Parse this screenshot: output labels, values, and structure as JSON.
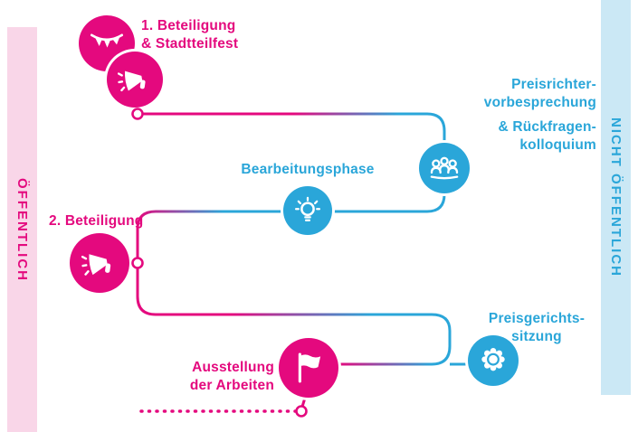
{
  "colors": {
    "pink": "#e4097e",
    "blue": "#2aa6d9",
    "pink-light": "#f9d6e8",
    "blue-light": "#cbe8f5"
  },
  "sidebars": {
    "left_label": "ÖFFENTLICH",
    "right_label": "NICHT ÖFFENTLICH"
  },
  "steps": {
    "participation1": {
      "line1": "1. Beteiligung",
      "line2": "& Stadtteilfest"
    },
    "jury_briefing": {
      "line1": "Preisrichter-",
      "line2": "vorbesprechung",
      "line3": "& Rückfragen-",
      "line4": "kolloquium"
    },
    "working_phase": {
      "label": "Bearbeitungsphase"
    },
    "participation2": {
      "label": "2. Beteiligung"
    },
    "jury_session": {
      "line1": "Preisgerichts-",
      "line2": "sitzung"
    },
    "exhibition": {
      "line1": "Ausstellung",
      "line2": "der Arbeiten"
    }
  },
  "icons": {
    "bunting": "bunting-garland-icon",
    "megaphone_1": "megaphone-icon",
    "jury": "jury-people-icon",
    "lightbulb": "lightbulb-icon",
    "megaphone_2": "megaphone-icon",
    "award": "award-rosette-icon",
    "flag": "flag-icon"
  }
}
